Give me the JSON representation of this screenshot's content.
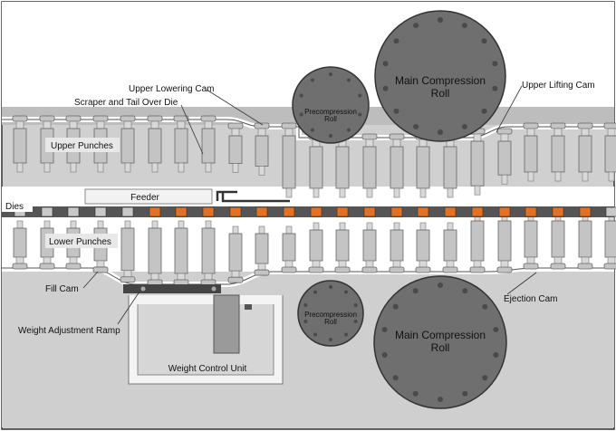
{
  "labels": {
    "upper_lowering_cam": "Upper  Lowering Cam",
    "scraper": "Scraper and Tail Over Die",
    "upper_punches": "Upper Punches",
    "dies": "Dies",
    "feeder": "Feeder",
    "lower_punches": "Lower Punches",
    "fill_cam": "Fill Cam",
    "weight_adjustment_ramp": "Weight Adjustment Ramp",
    "weight_control_unit": "Weight Control Unit",
    "upper_lifting_cam": "Upper  Lifting Cam",
    "ejection_cam": "Ejection Cam"
  },
  "rolls": {
    "precompression_top": [
      "Precompression",
      "Roll"
    ],
    "precompression_bottom": [
      "Precompression",
      "Roll"
    ],
    "main_top": [
      "Main Compression",
      "Roll"
    ],
    "main_bottom": [
      "Main Compression",
      "Roll"
    ]
  },
  "colors": {
    "frame": "#cfcfcf",
    "punch": "#c4c4c4",
    "roll": "#6f6f6f",
    "die_strip": "#555555",
    "fill_orange": "#e8701c",
    "track": "#ffffff",
    "outline": "#333333"
  }
}
